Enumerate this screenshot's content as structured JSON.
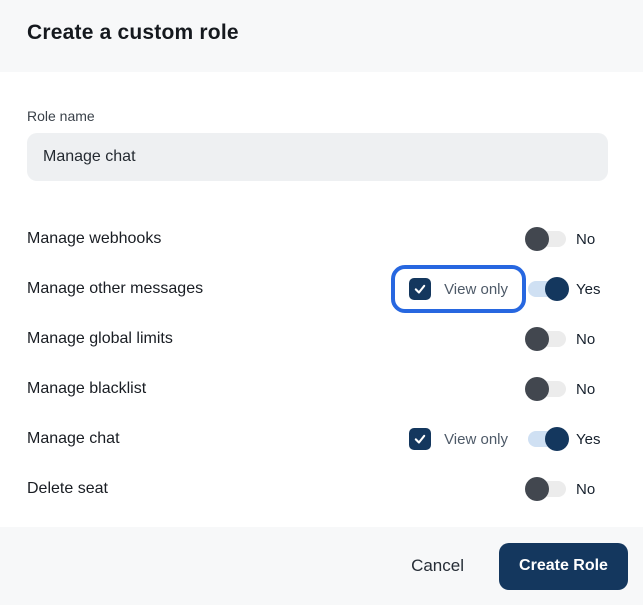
{
  "dialog": {
    "title": "Create a custom role"
  },
  "form": {
    "role_name_label": "Role name",
    "role_name_value": "Manage chat"
  },
  "permissions": {
    "view_only_label": "View only",
    "rows": [
      {
        "label": "Manage webhooks",
        "toggle_state": "No",
        "on": false,
        "view_only": false,
        "view_only_checked": false,
        "highlight": false
      },
      {
        "label": "Manage other messages",
        "toggle_state": "Yes",
        "on": true,
        "view_only": true,
        "view_only_checked": true,
        "highlight": true
      },
      {
        "label": "Manage global limits",
        "toggle_state": "No",
        "on": false,
        "view_only": false,
        "view_only_checked": false,
        "highlight": false
      },
      {
        "label": "Manage blacklist",
        "toggle_state": "No",
        "on": false,
        "view_only": false,
        "view_only_checked": false,
        "highlight": false
      },
      {
        "label": "Manage chat",
        "toggle_state": "Yes",
        "on": true,
        "view_only": true,
        "view_only_checked": true,
        "highlight": false
      },
      {
        "label": "Delete seat",
        "toggle_state": "No",
        "on": false,
        "view_only": false,
        "view_only_checked": false,
        "highlight": false
      }
    ]
  },
  "footer": {
    "cancel_label": "Cancel",
    "create_label": "Create Role"
  },
  "colors": {
    "accent_navy": "#14375e",
    "highlight_blue": "#2767e0",
    "toggle_on_track": "#cfe0f3",
    "toggle_off_track": "#ececec",
    "toggle_off_knob": "#42474f",
    "header_footer_bg": "#f7f8f9",
    "input_bg": "#eef0f2"
  }
}
